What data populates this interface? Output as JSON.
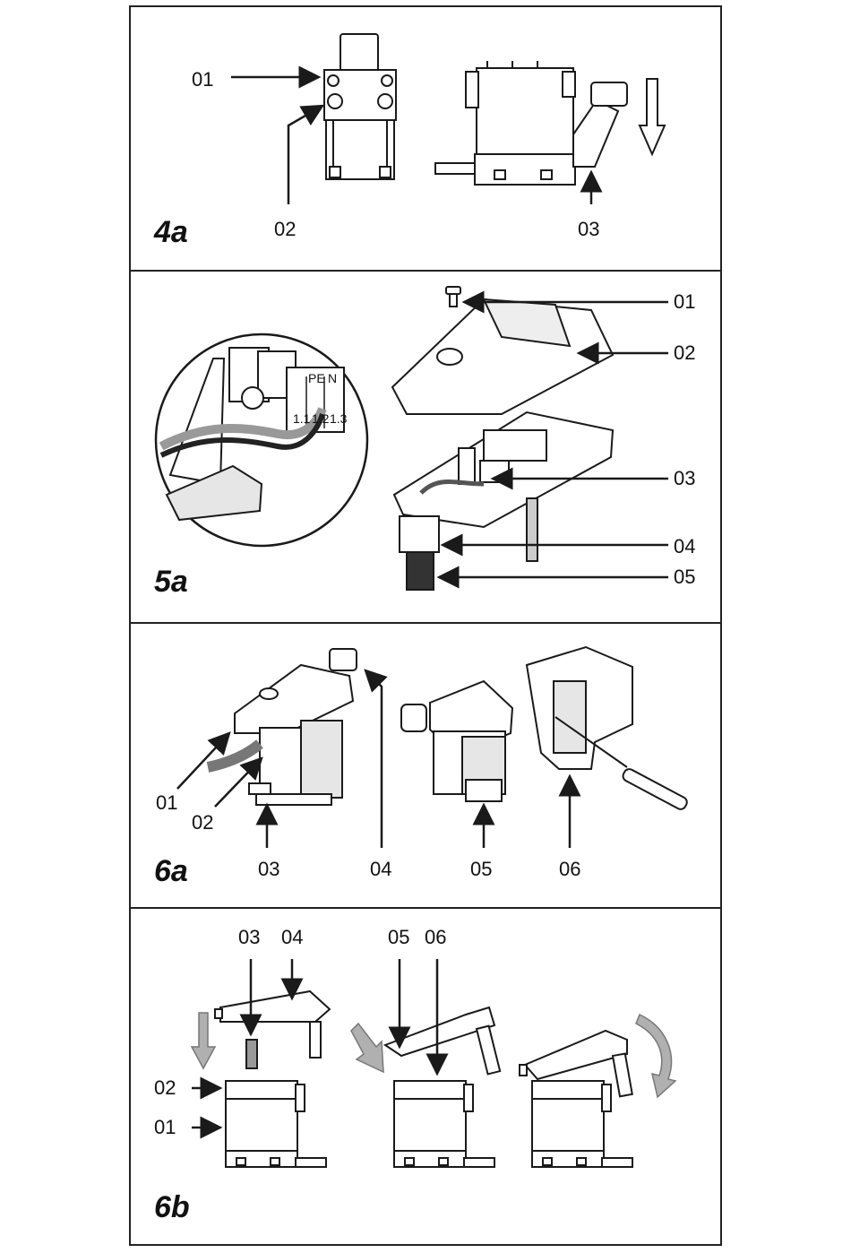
{
  "figures": [
    {
      "id": "4a",
      "label": "4a",
      "callouts": [
        "01",
        "02",
        "03"
      ]
    },
    {
      "id": "5a",
      "label": "5a",
      "callouts": [
        "01",
        "02",
        "03",
        "04",
        "05"
      ],
      "terminal_marks": [
        "PE",
        "N",
        "1.1",
        "1.2",
        "1.3"
      ]
    },
    {
      "id": "6a",
      "label": "6a",
      "callouts": [
        "01",
        "02",
        "03",
        "04",
        "05",
        "06"
      ]
    },
    {
      "id": "6b",
      "label": "6b",
      "callouts": [
        "03",
        "04",
        "05",
        "06",
        "02",
        "01"
      ]
    }
  ],
  "colors": {
    "line": "#1a1a1a",
    "fill": "#ffffff",
    "shade": "#d9d9d9",
    "cable": "#333333",
    "arrow_gray": "#b0b0b0"
  },
  "icons": [
    "arrow-right-icon",
    "arrow-up-icon",
    "arrow-down-icon",
    "curved-arrow-icon",
    "screwdriver-icon"
  ]
}
